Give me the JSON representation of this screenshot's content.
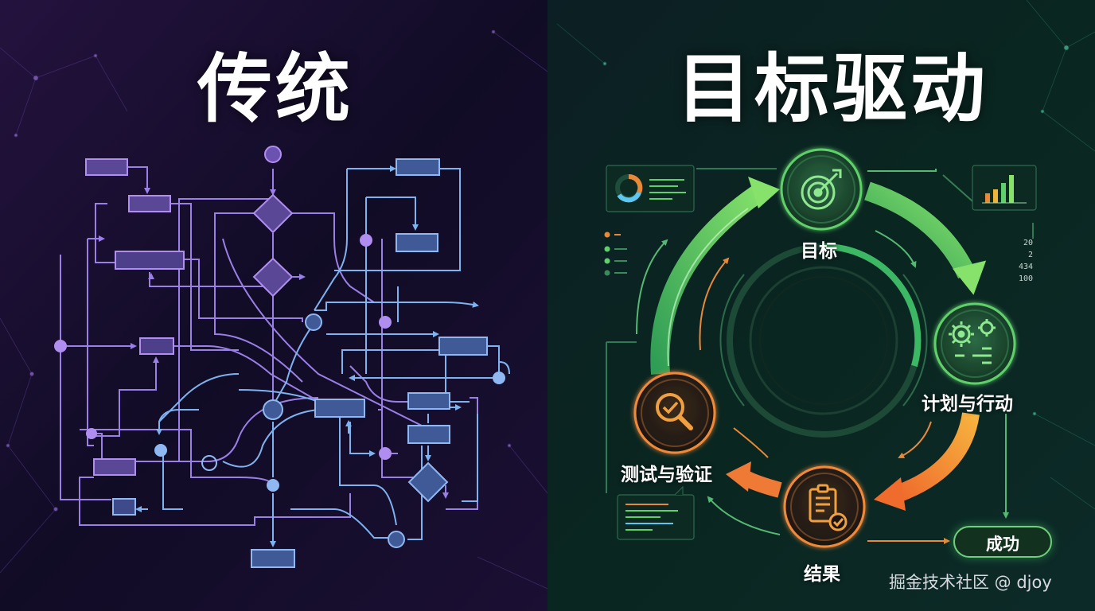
{
  "titles": {
    "left": "传统",
    "right": "目标驱动"
  },
  "cycle": {
    "goal": "目标",
    "plan": "计划与行动",
    "result": "结果",
    "test": "测试与验证",
    "success": "成功"
  },
  "side_numbers": [
    "20",
    "2",
    "434",
    "100"
  ],
  "watermark": "掘金技术社区 @ djoy",
  "icons": {
    "goal": "target-icon",
    "plan": "gears-icon",
    "result": "checklist-icon",
    "test": "magnifier-check-icon"
  },
  "colors": {
    "left_bg": "#140c2a",
    "right_bg": "#0a2420",
    "purple_line": "#9a7fe6",
    "blue_line": "#7fb3f0",
    "node_fill": "#3f4a8a",
    "green_arrow": "#5fd06b",
    "orange_arrow": "#f08a3a",
    "label_text": "#ffffff"
  }
}
